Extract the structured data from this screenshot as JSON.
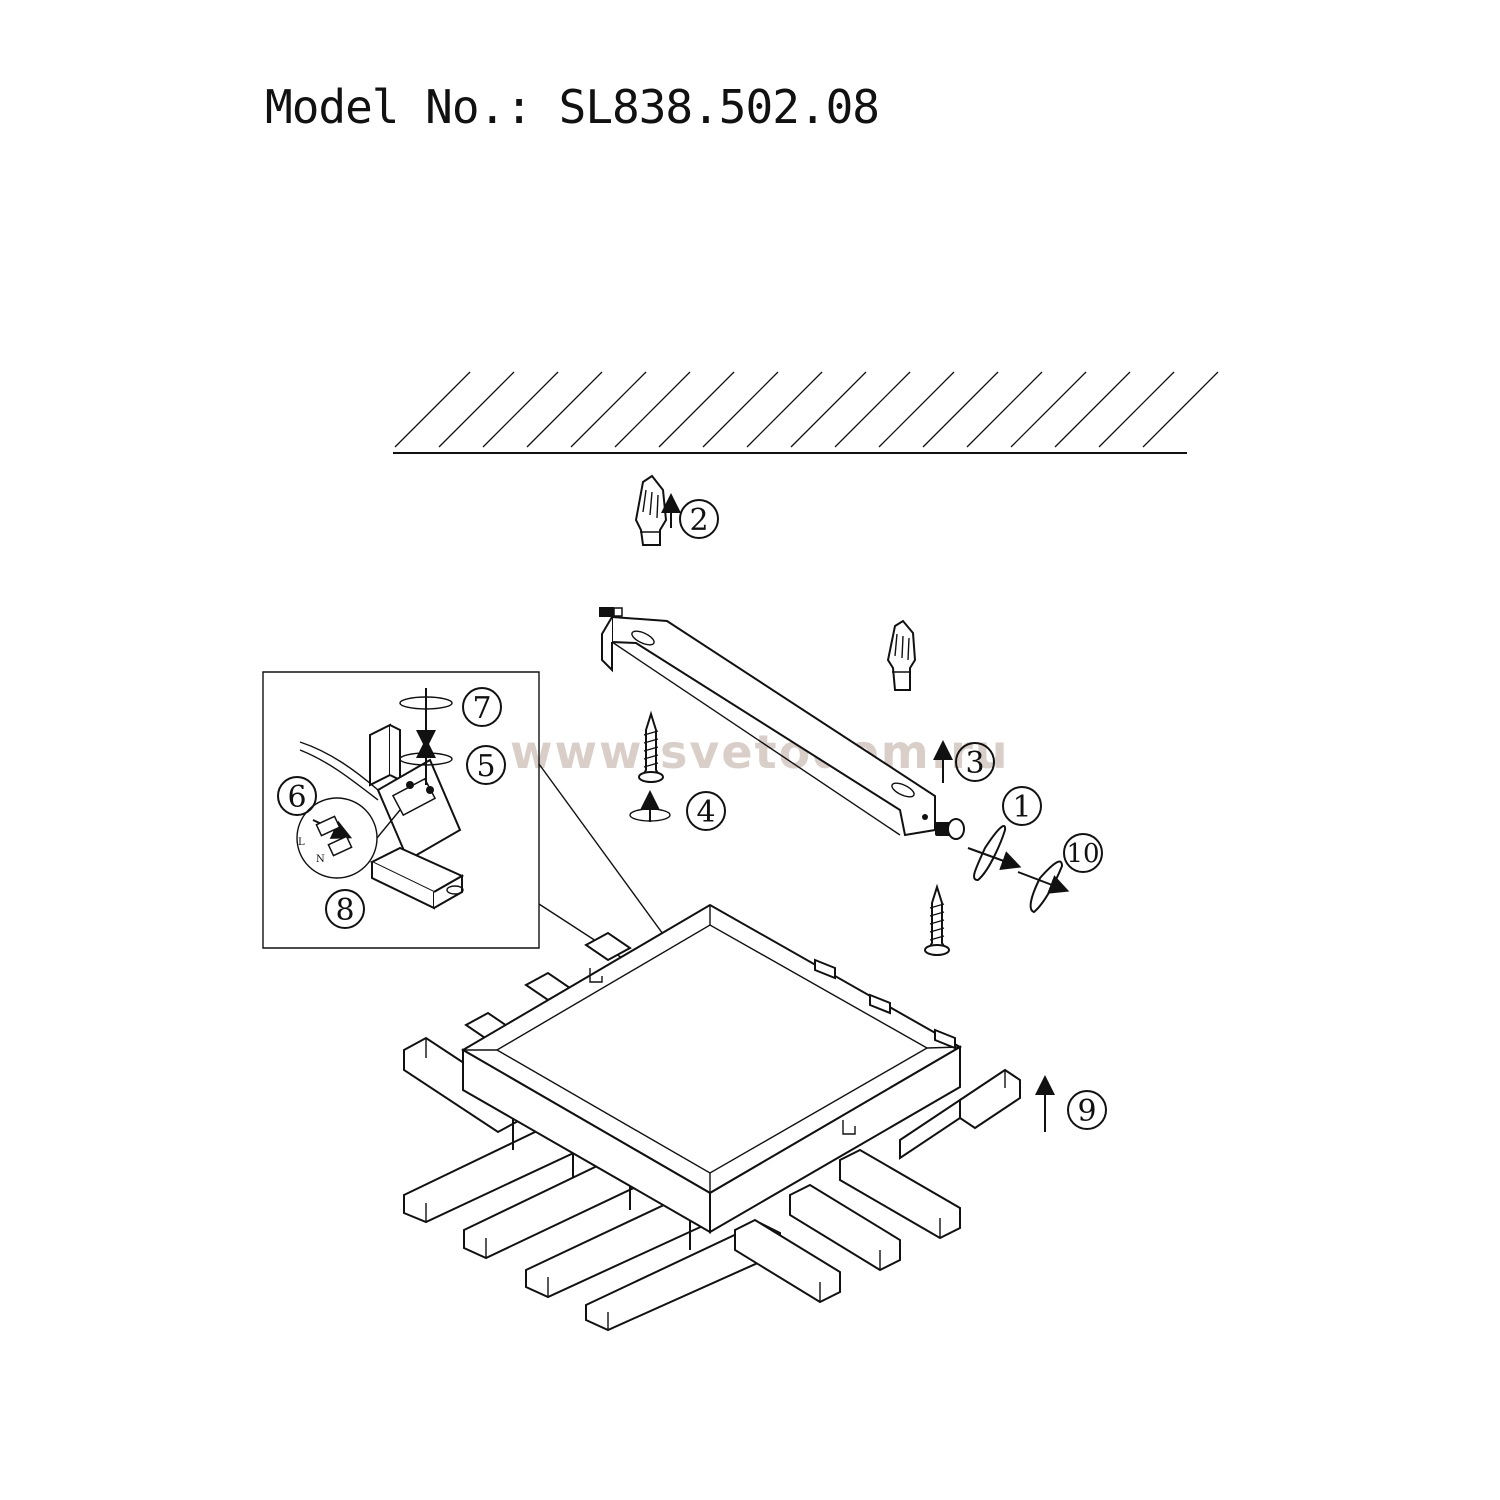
{
  "title": "Model No.: SL838.502.08",
  "watermark": "www.svetodom.ru",
  "callouts": {
    "c1": "1",
    "c2": "2",
    "c3": "3",
    "c4": "4",
    "c5": "5",
    "c6": "6",
    "c7": "7",
    "c8": "8",
    "c9": "9",
    "c10": "10"
  },
  "wire_labels": {
    "l": "L",
    "n": "N"
  }
}
